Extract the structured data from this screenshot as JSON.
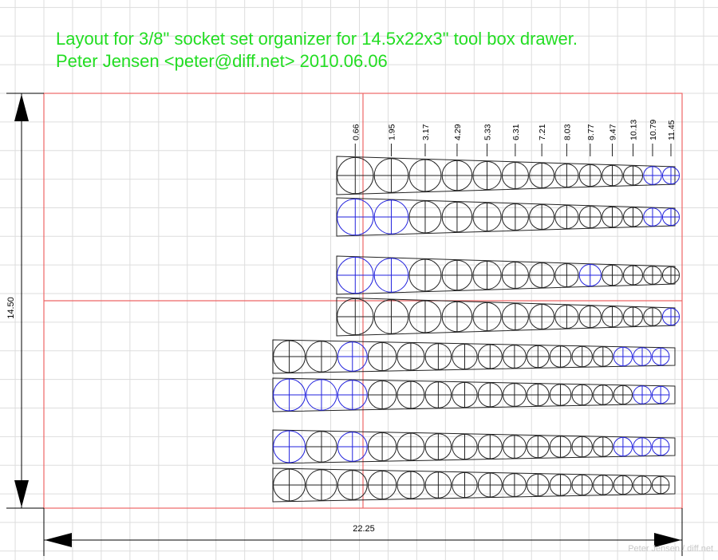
{
  "title_lines": [
    "Layout for 3/8\" socket set organizer for 14.5x22x3\" tool box drawer.",
    "Peter Jensen <peter@diff.net> 2010.06.06"
  ],
  "dimensions": {
    "height_label": "14.50",
    "width_label": "22.25"
  },
  "column_labels": [
    "0.66",
    "1.95",
    "3.17",
    "4.29",
    "5.33",
    "6.31",
    "7.21",
    "8.03",
    "8.77",
    "9.47",
    "10.13",
    "10.79",
    "11.45"
  ],
  "watermark": "Peter Jensen / diff.net",
  "colors": {
    "title": "#22dd22",
    "grid": "#dddddd",
    "border": "#ee6666",
    "outline": "#222222",
    "highlight": "#2222dd",
    "dimension": "#000000"
  },
  "socket_rows": [
    {
      "name": "row-1",
      "sockets": 13,
      "blue": [
        11,
        12
      ]
    },
    {
      "name": "row-2",
      "sockets": 13,
      "blue": [
        0,
        1,
        11,
        12
      ]
    },
    {
      "name": "row-3",
      "sockets": 13,
      "blue": [
        0,
        1,
        8
      ]
    },
    {
      "name": "row-4",
      "sockets": 13,
      "blue": [
        12
      ]
    },
    {
      "name": "row-5",
      "sockets": 16,
      "blue": [
        2,
        13,
        14,
        15
      ]
    },
    {
      "name": "row-6",
      "sockets": 16,
      "blue": [
        0,
        1,
        2,
        14,
        15
      ]
    },
    {
      "name": "row-7",
      "sockets": 16,
      "blue": [
        0,
        2,
        13,
        14,
        15
      ]
    },
    {
      "name": "row-8",
      "sockets": 16,
      "blue": []
    }
  ]
}
